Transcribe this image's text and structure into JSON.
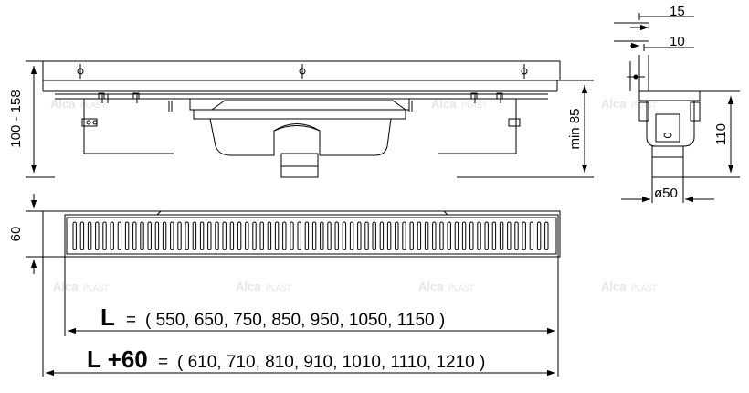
{
  "watermark": {
    "brand": "Alca",
    "suffix": "PLAST"
  },
  "dimensions": {
    "height_range": "100 - 158",
    "min_height": "min 85",
    "width": "60",
    "side_top": "15",
    "side_second": "10",
    "side_height": "110",
    "outlet_diameter": "ø50"
  },
  "formula_L": {
    "label": "L",
    "equals": "=",
    "values": "( 550, 650, 750, 850, 950, 1050, 1150 )"
  },
  "formula_L60": {
    "label": "L +60",
    "equals": "=",
    "values": "( 610, 710, 810, 910, 1010, 1110, 1210 )"
  },
  "colors": {
    "line": "#000000",
    "watermark": "#e6e6e6",
    "background": "#ffffff"
  }
}
